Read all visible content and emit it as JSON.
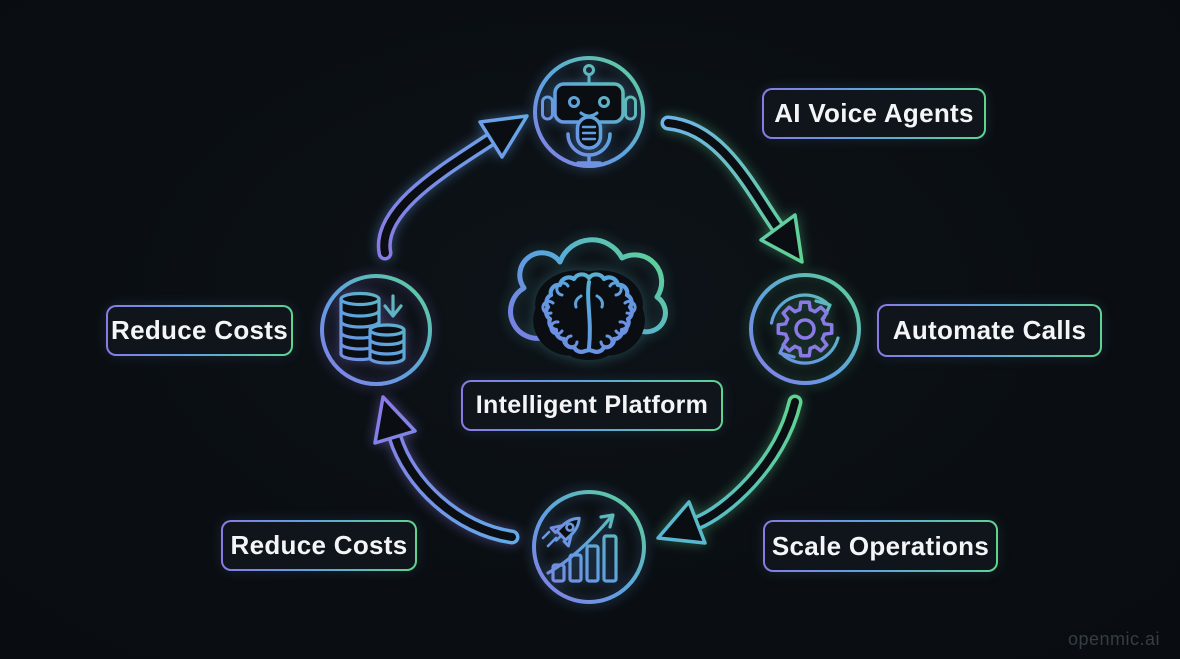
{
  "center": {
    "label": "Intelligent Platform",
    "icon": "brain-cloud-icon"
  },
  "nodes": [
    {
      "label": "AI Voice Agents",
      "icon": "robot-voice-icon",
      "position": "top"
    },
    {
      "label": "Automate Calls",
      "icon": "gear-sync-icon",
      "position": "right"
    },
    {
      "label": "Scale Operations",
      "icon": "rocket-growth-icon",
      "position": "bottom"
    },
    {
      "label": "Reduce Costs",
      "icon": "coins-decrease-icon",
      "position": "left"
    },
    {
      "label": "Reduce Costs",
      "position": "bottom-left"
    }
  ],
  "flow": {
    "direction": "clockwise",
    "arrows": [
      {
        "from": "Reduce Costs",
        "to": "AI Voice Agents"
      },
      {
        "from": "AI Voice Agents",
        "to": "Automate Calls"
      },
      {
        "from": "Automate Calls",
        "to": "Scale Operations"
      },
      {
        "from": "Scale Operations",
        "to": "Reduce Costs"
      }
    ]
  },
  "watermark": "openmic.ai",
  "colors": {
    "background": "#0a0e12",
    "purple": "#8a7ae6",
    "blue": "#5ea2e0",
    "green": "#5fd490",
    "label_text": "#f3f5f7",
    "label_bg": "#10151b",
    "watermark_text": "#353d45"
  }
}
